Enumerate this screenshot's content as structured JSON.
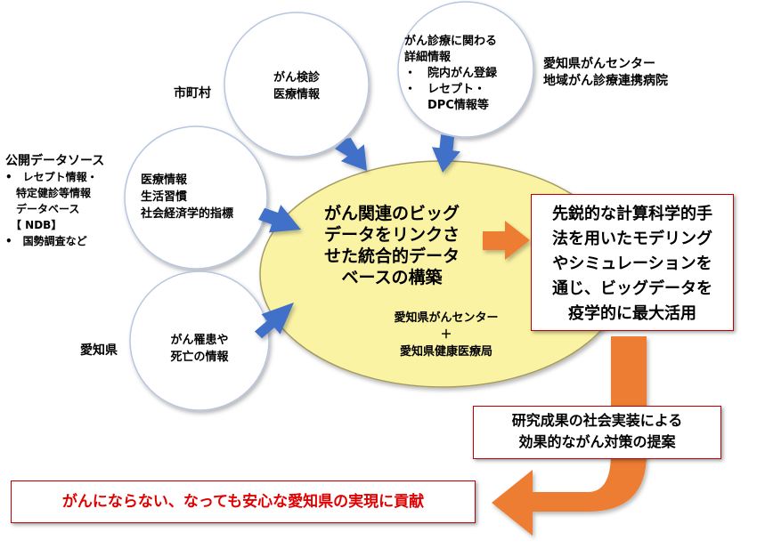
{
  "colors": {
    "ellipse_fill": "#fbf3a4",
    "ellipse_stroke": "#a49b62",
    "blue_arrow": "#3f6fc7",
    "orange_arrow": "#ed7d31",
    "red_border": "#c00000",
    "red_text": "#e00000"
  },
  "circle_top": {
    "lines": [
      "がん検診",
      "医療情報"
    ]
  },
  "circle_topright": {
    "lines": [
      "がん診療に関わる",
      "詳細情報",
      "・　院内がん登録",
      "・　レセプト・",
      "　　DPC情報等"
    ]
  },
  "circle_mid": {
    "lines": [
      "医療情報",
      "生活習慣",
      "社会経済学的指標"
    ]
  },
  "circle_bottom": {
    "lines": [
      "がん罹患や",
      "死亡の情報"
    ]
  },
  "label_municipality": "市町村",
  "label_aichi_pref": "愛知県",
  "label_cancer_center": {
    "lines": [
      "愛知県がんセンター",
      "地域がん診療連携病院"
    ]
  },
  "public_sources": {
    "lines": [
      "公開データソース",
      "•　レセプト情報・",
      "　特定健診等情報",
      "　データベース",
      "　【 NDB】",
      "•　国勢調査など"
    ]
  },
  "ellipse_main": {
    "lines": [
      "がん関連のビッグ",
      "データをリンクさ",
      "せた統合的データ",
      "ベースの構築"
    ]
  },
  "ellipse_org": {
    "lines": [
      "愛知県がんセンター",
      "＋",
      "愛知県健康医療局"
    ]
  },
  "box_modeling": {
    "lines": [
      "先鋭的な計算科学的手",
      "法を用いたモデリング",
      "やシミュレーションを",
      "通じ、ビッグデータを",
      "疫学的に最大活用"
    ]
  },
  "box_research": {
    "lines": [
      "研究成果の社会実装による",
      "効果的ながん対策の提案"
    ]
  },
  "box_goal": "がんにならない、なっても安心な愛知県の実現に貢献"
}
